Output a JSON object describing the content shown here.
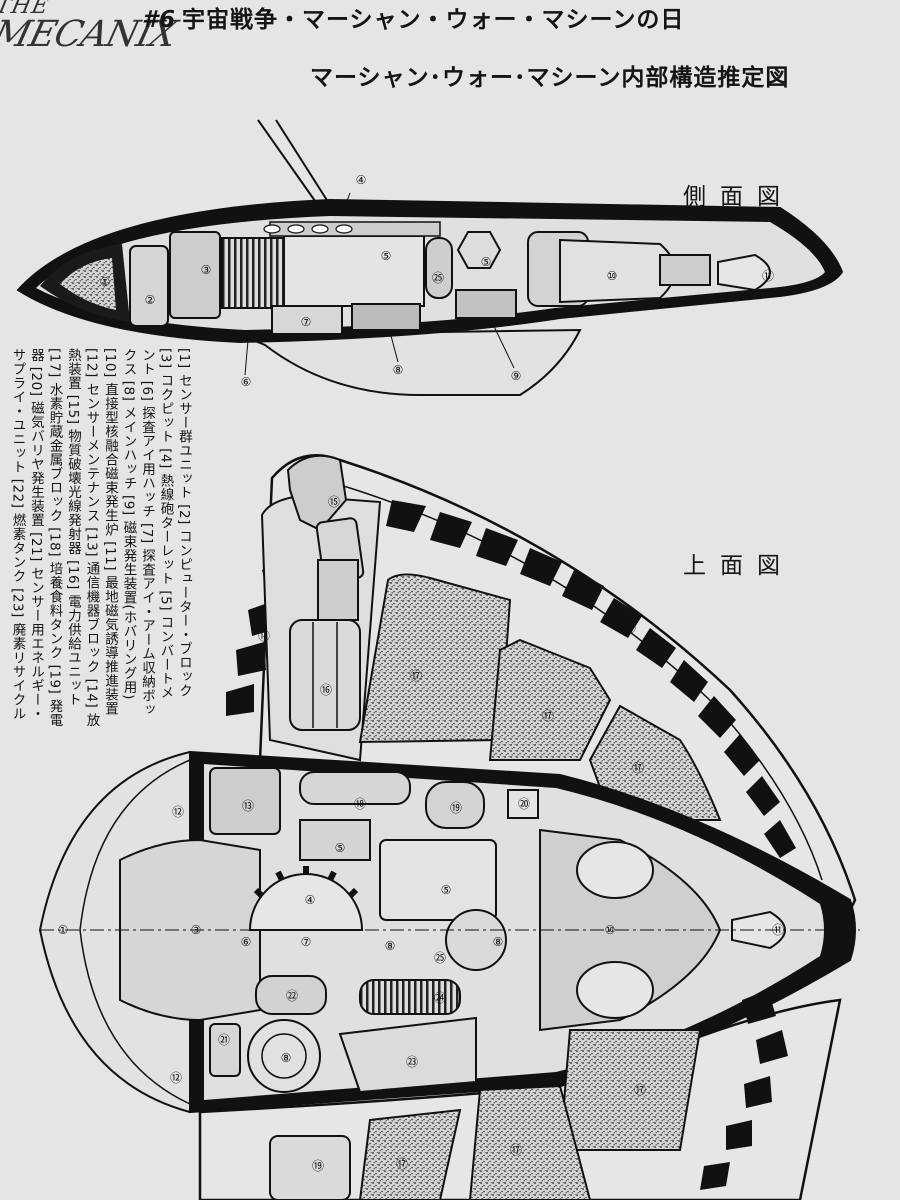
{
  "logo": {
    "line1": "THE",
    "line2": "MECANIX"
  },
  "header": {
    "number": "#6",
    "title": "宇宙戦争・マーシャン・ウォー・マシーンの日"
  },
  "subtitle": "マーシャン･ウォー･マシーン内部構造推定図",
  "views": {
    "side": "側面図",
    "top": "上面図"
  },
  "legend": [
    "[1] センサー群ユニット [2] コンピューター・ブロック",
    "[3] コクピット [4] 熱線砲ターレット [5] コンバートメ",
    "ント [6] 探査アイ用ハッチ [7] 探査アイ・アーム収納ボッ",
    "クス [8] メインハッチ [9] 磁束発生装置(ホバリング用)",
    "[10] 直接型核融合磁束発生炉 [11] 最地磁気誘導推進装置",
    "[12] センサーメンテナンス [13] 通信機器ブロック [14] 放",
    "熱装置 [15] 物質破壊光線発射器 [16] 電力供給ユニット",
    "[17] 水素貯蔵金属ブロック [18] 培養食料タンク [19] 発電",
    "器 [20] 磁気バリヤ発生装置 [21] センサー用エネルギー・",
    "サプライ・ユニット [22] 燃素タンク [23] 廃素リサイクル"
  ],
  "side_callouts": [
    "①",
    "②",
    "③",
    "④",
    "⑤",
    "⑤",
    "㉕",
    "⑥",
    "⑦",
    "⑧",
    "⑨",
    "⑩",
    "⑪"
  ],
  "top_callouts": [
    "①",
    "③",
    "④",
    "⑤",
    "⑤",
    "⑥",
    "⑦",
    "⑧",
    "⑧",
    "⑧",
    "⑩",
    "⑪",
    "⑫",
    "⑫",
    "⑬",
    "⑭",
    "⑭",
    "⑮",
    "⑯",
    "⑰",
    "⑰",
    "⑰",
    "⑰",
    "⑰",
    "⑰",
    "⑱",
    "⑲",
    "⑲",
    "⑳",
    "㉑",
    "㉒",
    "㉓",
    "㉔",
    "㉕"
  ]
}
